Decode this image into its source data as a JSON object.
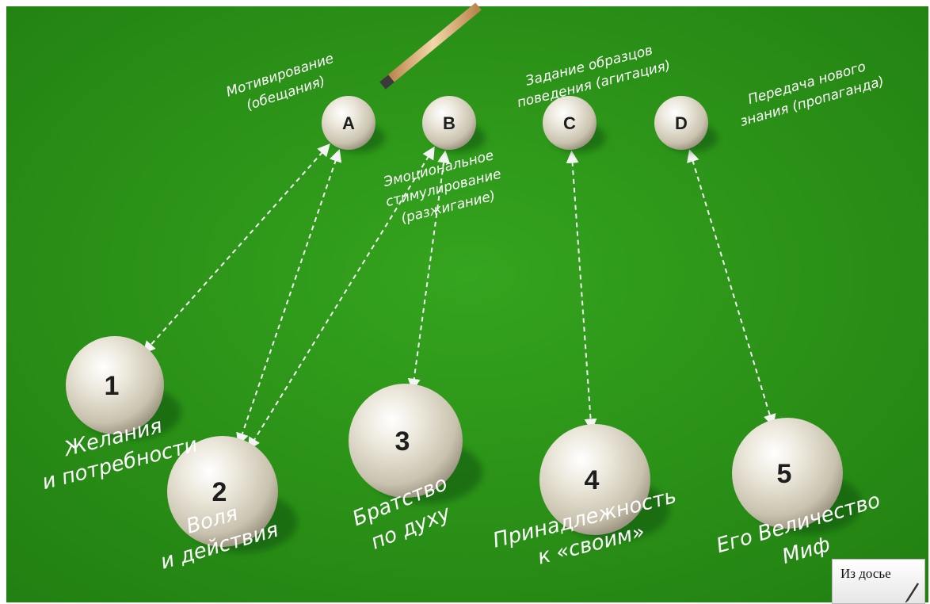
{
  "colors": {
    "felt": "#2f9a1a",
    "felt_dark": "#1f7f10",
    "ball": "#e6e1d3",
    "text": "#ffffff"
  },
  "top_balls": [
    {
      "letter": "A",
      "label_lines": [
        "Мотивирование",
        "(обещания)"
      ]
    },
    {
      "letter": "B",
      "label_lines": [
        "Эмоциональное",
        "стимулирование",
        "(разжигание)"
      ]
    },
    {
      "letter": "C",
      "label_lines": [
        "Задание образцов",
        "поведения (агитация)"
      ]
    },
    {
      "letter": "D",
      "label_lines": [
        "Передача нового",
        "знания (пропаганда)"
      ]
    }
  ],
  "bottom_balls": [
    {
      "number": "1",
      "label_lines": [
        "Желания",
        "и потребности"
      ]
    },
    {
      "number": "2",
      "label_lines": [
        "Воля",
        "и действия"
      ]
    },
    {
      "number": "3",
      "label_lines": [
        "Братство",
        "по духу"
      ]
    },
    {
      "number": "4",
      "label_lines": [
        "Принадлежность",
        "к «своим»"
      ]
    },
    {
      "number": "5",
      "label_lines": [
        "Его Величество",
        "Миф"
      ]
    }
  ],
  "arrows": [
    {
      "from": "A",
      "to": "1"
    },
    {
      "from": "A",
      "to": "2"
    },
    {
      "from": "B",
      "to": "2"
    },
    {
      "from": "B",
      "to": "3"
    },
    {
      "from": "C",
      "to": "4"
    },
    {
      "from": "D",
      "to": "5"
    }
  ],
  "badge": {
    "text": "Из досье",
    "icon": "pen-icon"
  }
}
